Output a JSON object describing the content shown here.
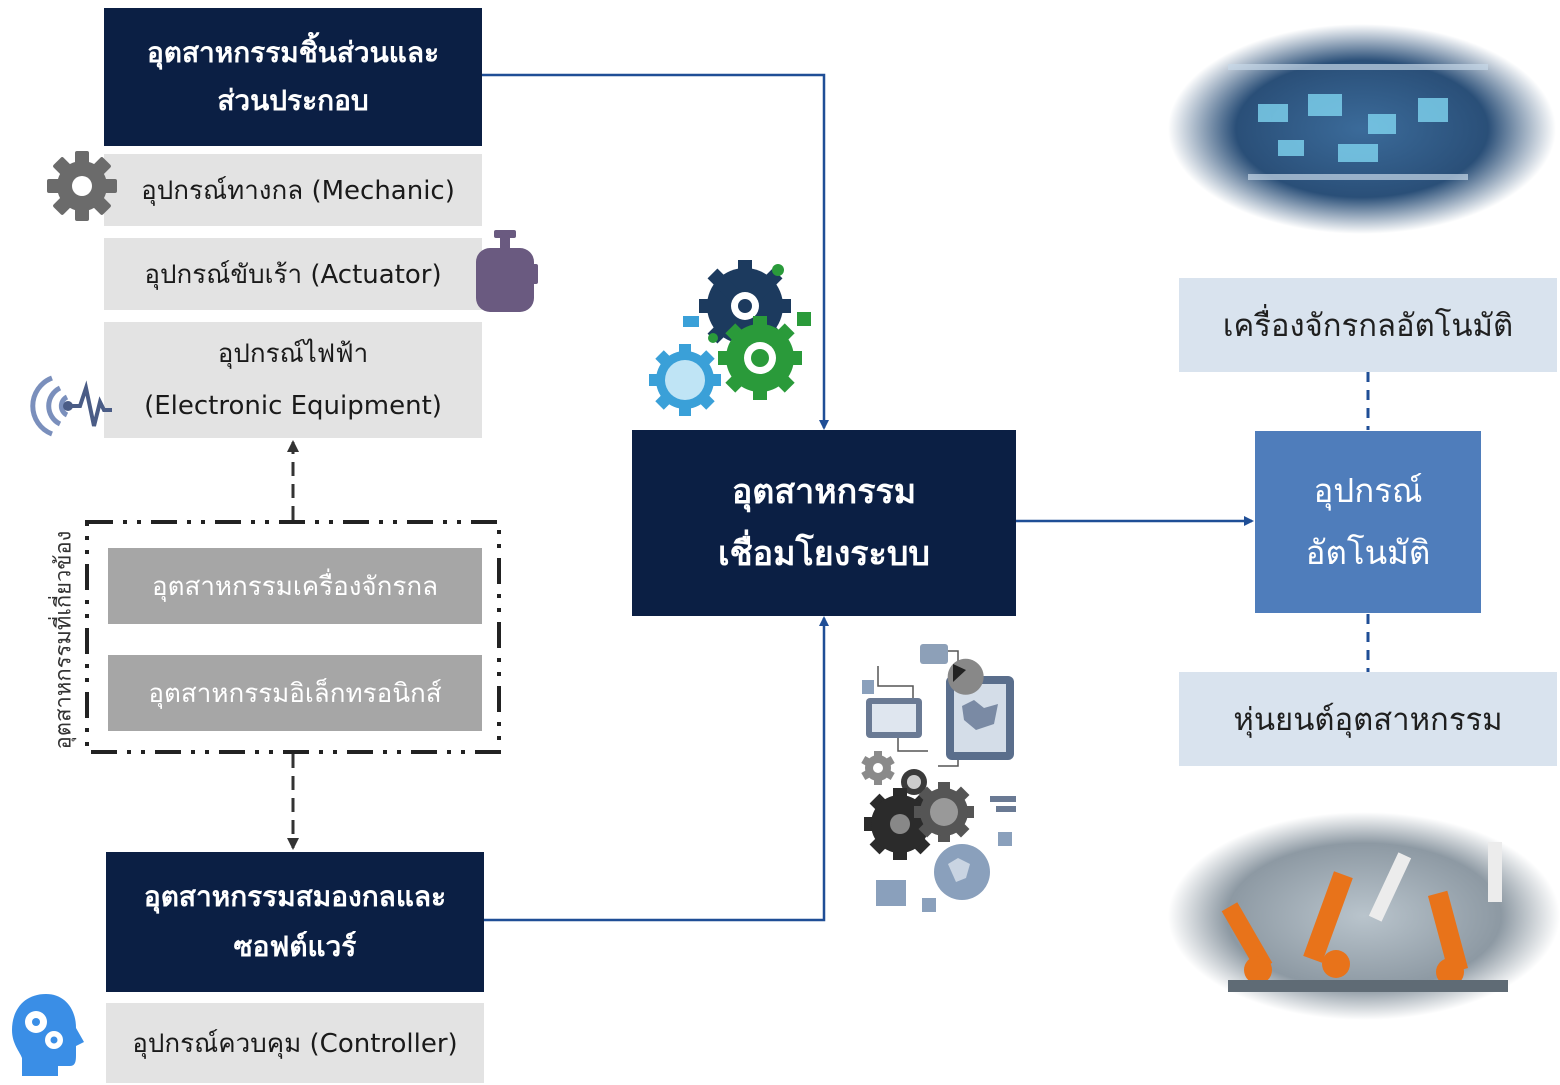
{
  "left_top": {
    "title_line1": "อุตสาหกรรมชิ้นส่วนและ",
    "title_line2": "ส่วนประกอบ",
    "items": [
      {
        "label": "อุปกรณ์ทางกล (Mechanic)"
      },
      {
        "label": "อุปกรณ์ขับเร้า (Actuator)"
      },
      {
        "label_line1": "อุปกรณ์ไฟฟ้า",
        "label_line2": "(Electronic Equipment)"
      }
    ]
  },
  "related": {
    "caption": "อุตสาหกรรมที่เกี่ยวข้อง",
    "items": [
      "อุตสาหกรรมเครื่องจักรกล",
      "อุตสาหกรรมอิเล็กทรอนิกส์"
    ]
  },
  "left_bottom": {
    "title_line1": "อุตสาหกรรมสมองกลและ",
    "title_line2": "ซอฟต์แวร์",
    "item": "อุปกรณ์ควบคุม (Controller)"
  },
  "center": {
    "line1": "อุตสาหกรรม",
    "line2": "เชื่อมโยงระบบ"
  },
  "right": {
    "top_label": "เครื่องจักรกลอัตโนมัติ",
    "main_line1": "อุปกรณ์",
    "main_line2": "อัตโนมัติ",
    "bottom_label": "หุ่นยนต์อุตสาหกรรม"
  },
  "colors": {
    "navy": "#0b1f44",
    "light": "#e3e3e3",
    "gray": "#a6a6a6",
    "pale": "#d9e3ee",
    "blue": "#4f7dbb",
    "arrow": "#1f4e96"
  },
  "icons": [
    "gear-icon",
    "actuator-icon",
    "signal-icon",
    "head-gears-icon",
    "gears-cluster-icon",
    "tech-cluster-icon",
    "factory-photo",
    "robot-arms-photo"
  ]
}
